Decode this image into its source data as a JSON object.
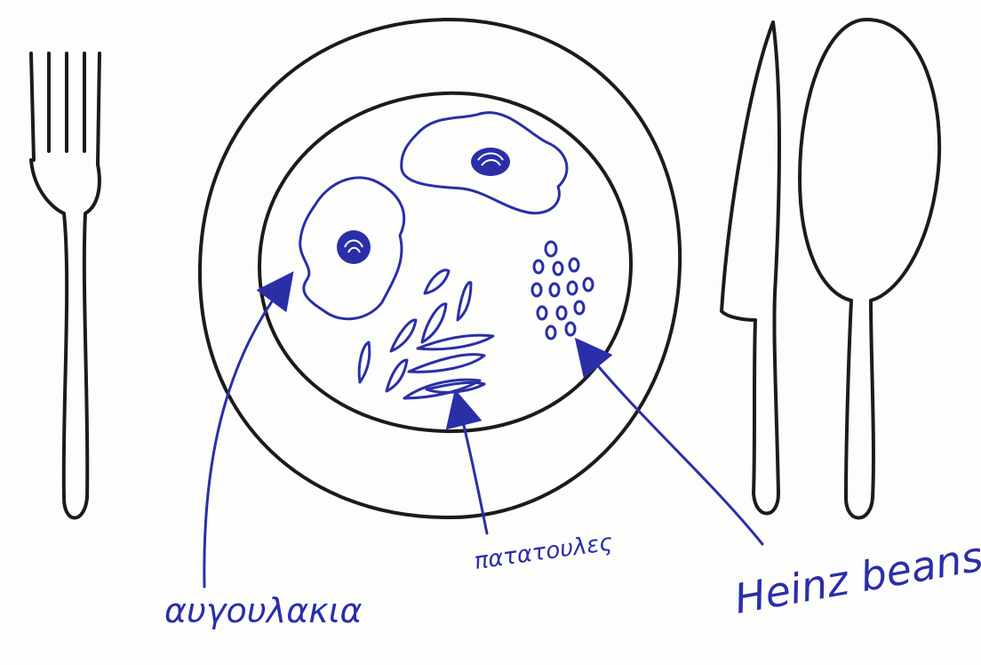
{
  "labels": {
    "eggs": "αυγουλακια",
    "potatoes": "πατατουλες",
    "beans": "Heinz beans"
  },
  "colors": {
    "ink_black": "#1b1b1b",
    "ink_blue": "#2a2fa8",
    "paper": "#fdfdfb"
  },
  "icons": [
    "fork-icon",
    "knife-icon",
    "spoon-icon",
    "plate-icon",
    "fried-egg-icon",
    "potato-wedges-icon",
    "beans-icon"
  ]
}
